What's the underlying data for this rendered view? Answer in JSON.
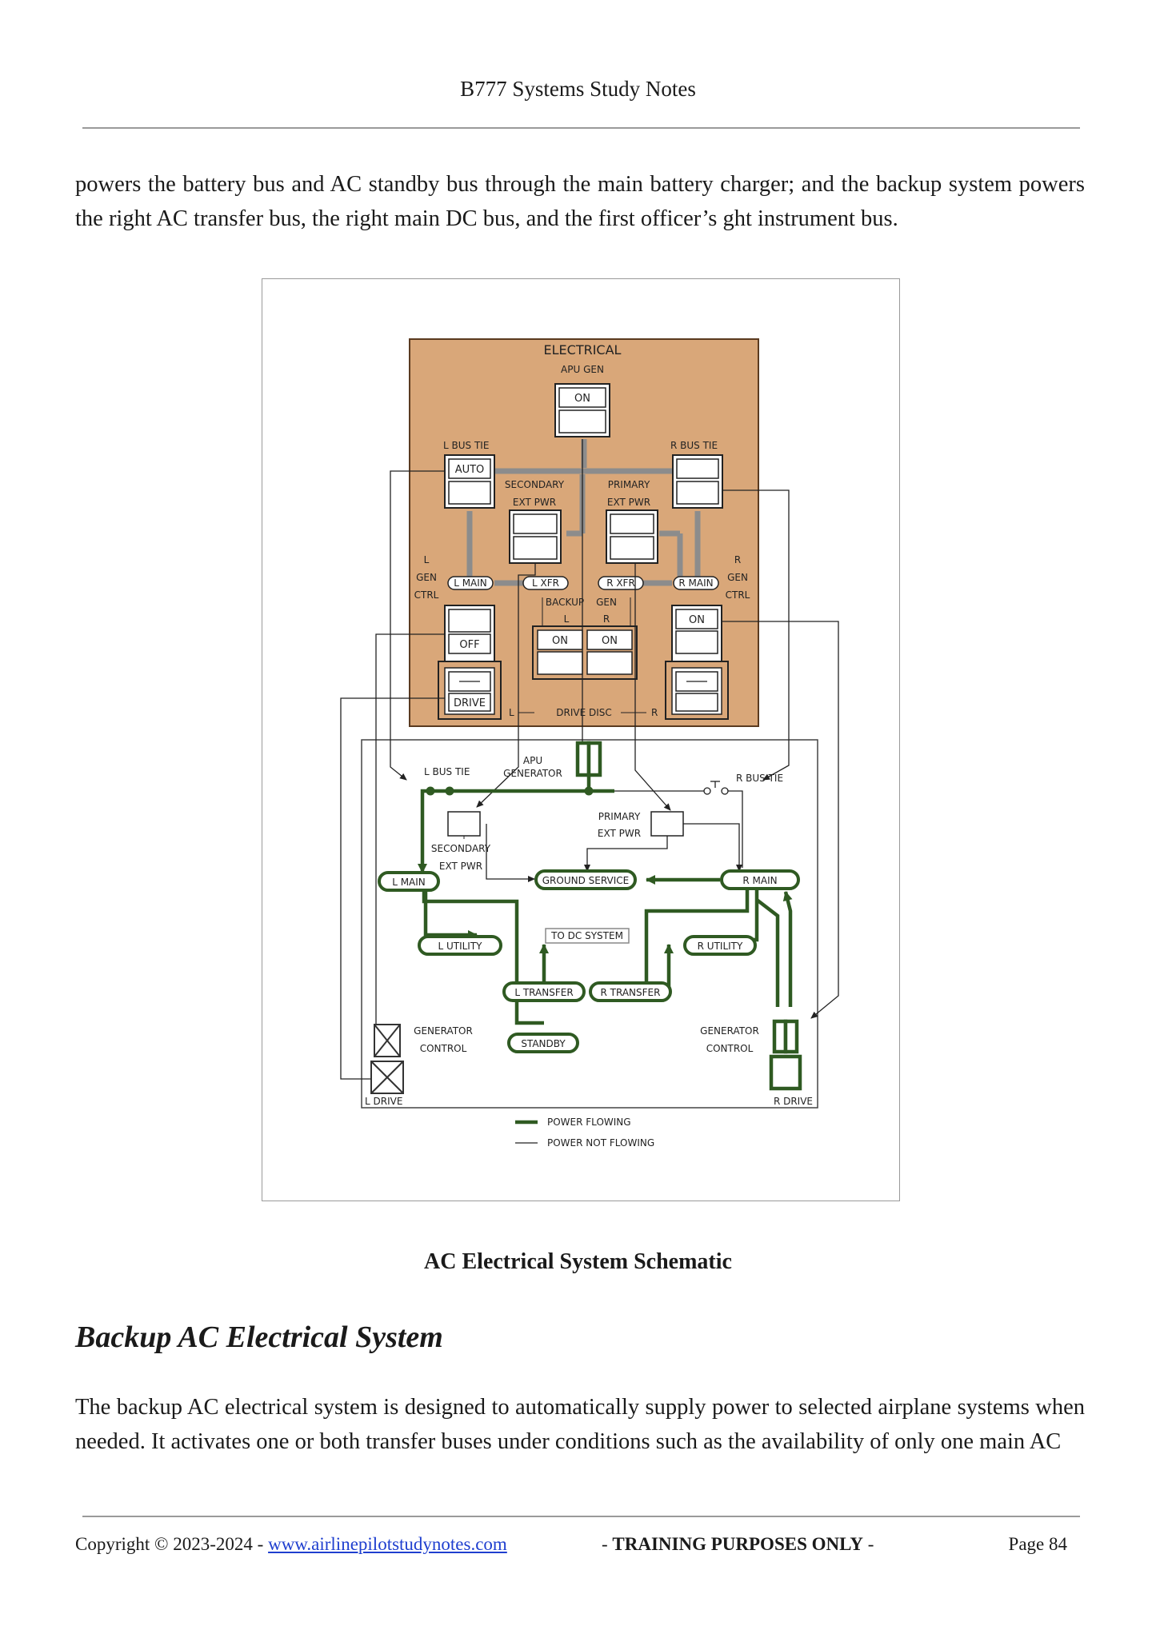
{
  "header": {
    "title": "B777 Systems Study Notes"
  },
  "intro_paragraph": "powers the battery bus and AC standby bus through the main battery charger; and the backup system powers the right AC transfer bus, the right main DC bus, and the first officer’s ght instrument bus.",
  "figure": {
    "panel": {
      "title": "ELECTRICAL",
      "apu_gen": "APU GEN",
      "apu_gen_state": "ON",
      "l_bus_tie": "L BUS TIE",
      "l_bus_tie_state": "AUTO",
      "r_bus_tie": "R BUS TIE",
      "secondary_ext_pwr_1": "SECONDARY",
      "secondary_ext_pwr_2": "EXT PWR",
      "primary_ext_pwr_1": "PRIMARY",
      "primary_ext_pwr_2": "EXT PWR",
      "l_gen_ctrl_1": "L",
      "l_gen_ctrl_2": "GEN",
      "l_gen_ctrl_3": "CTRL",
      "r_gen_ctrl_1": "R",
      "r_gen_ctrl_2": "GEN",
      "r_gen_ctrl_3": "CTRL",
      "l_main": "L MAIN",
      "l_xfr": "L XFR",
      "r_xfr": "R XFR",
      "r_main": "R MAIN",
      "backup": "BACKUP",
      "gen": "GEN",
      "backup_l": "L",
      "backup_r": "R",
      "backup_l_state": "ON",
      "backup_r_state": "ON",
      "l_gen_state": "OFF",
      "r_gen_state": "ON",
      "l_drive": "DRIVE",
      "drive_disc": "DRIVE DISC",
      "drive_disc_l": "L",
      "drive_disc_r": "R"
    },
    "schematic": {
      "l_bus_tie": "L BUS TIE",
      "apu_1": "APU",
      "apu_2": "GENERATOR",
      "r_bus_tie": "R BUS TIE",
      "primary_ext_pwr_1": "PRIMARY",
      "primary_ext_pwr_2": "EXT PWR",
      "secondary_ext_pwr_1": "SECONDARY",
      "secondary_ext_pwr_2": "EXT PWR",
      "l_main": "L MAIN",
      "ground_service": "GROUND SERVICE",
      "r_main": "R MAIN",
      "to_dc_system": "TO DC SYSTEM",
      "l_utility": "L UTILITY",
      "r_utility": "R UTILITY",
      "l_transfer": "L TRANSFER",
      "r_transfer": "R TRANSFER",
      "standby": "STANDBY",
      "gen_control_l_1": "GENERATOR",
      "gen_control_l_2": "CONTROL",
      "gen_control_r_1": "GENERATOR",
      "gen_control_r_2": "CONTROL",
      "l_drive": "L DRIVE",
      "r_drive": "R DRIVE",
      "legend_flowing": "POWER FLOWING",
      "legend_not_flowing": "POWER NOT FLOWING"
    },
    "colors": {
      "panel_fill": "#d9a779",
      "power_green": "#2f5a22",
      "tie_gray": "#8c8c8c"
    }
  },
  "caption": "AC Electrical System Schematic",
  "section_heading": "Backup AC Electrical System",
  "body_paragraph": "The backup AC electrical system is designed to automatically supply power to selected airplane systems when needed. It activates one or both transfer buses under conditions such as the availability of only one main AC",
  "footer": {
    "copyright": "Copyright © 2023-2024 - ",
    "link": "www.airlinepilotstudynotes.com",
    "training_prefix": "- ",
    "training": "TRAINING PURPOSES ONLY",
    "training_suffix": " -",
    "page": "Page 84"
  }
}
